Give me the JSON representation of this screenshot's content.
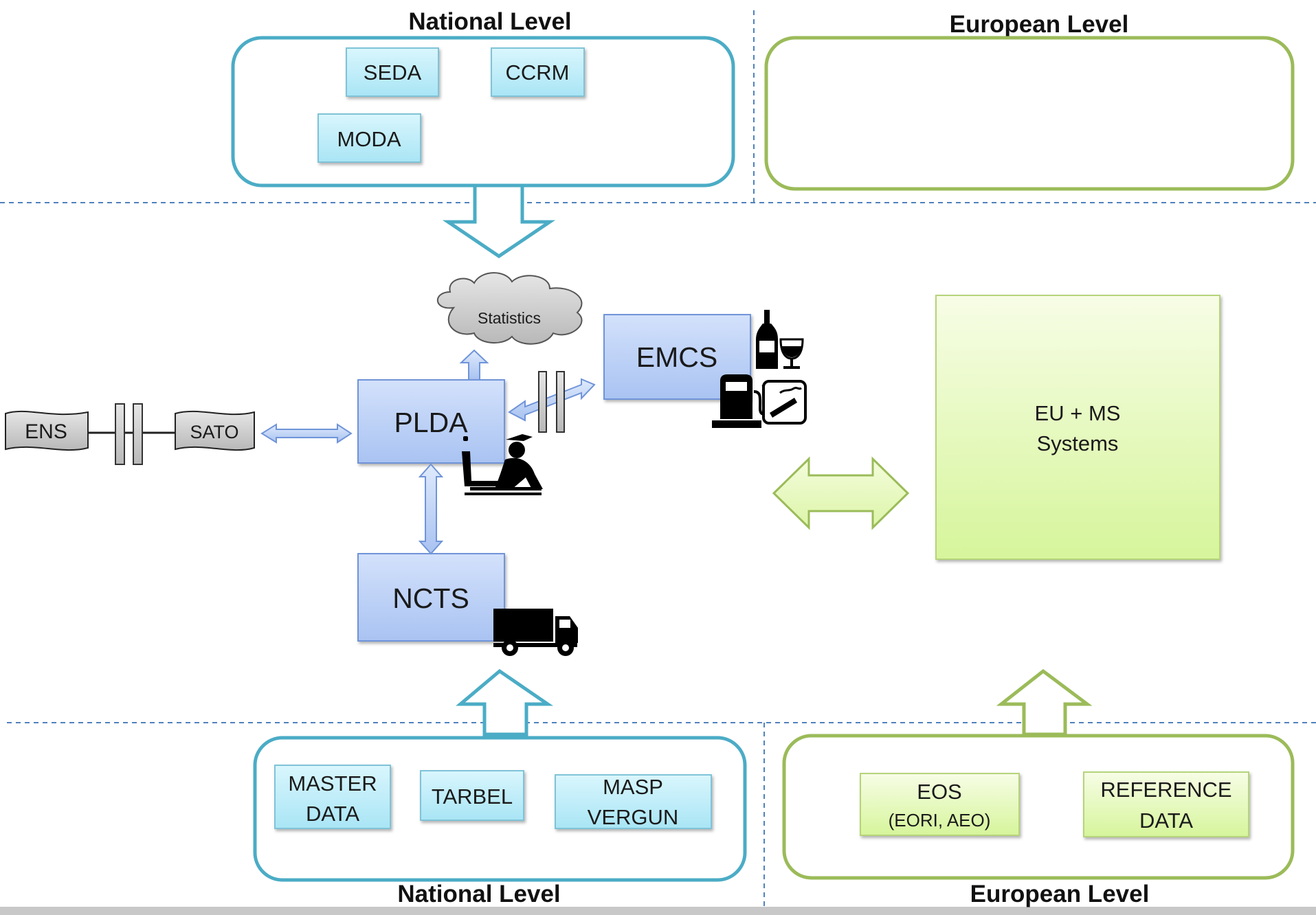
{
  "headings": {
    "top_national": "National Level",
    "top_european": "European  Level",
    "bottom_national": "National Level",
    "bottom_european": "European  Level"
  },
  "top_national_systems": [
    "SEDA",
    "CCRM",
    "MODA"
  ],
  "core_systems": {
    "plda": "PLDA",
    "emcs": "EMCS",
    "ncts": "NCTS",
    "statistics": "Statistics",
    "ens": "ENS",
    "sato": "SATO"
  },
  "eu_ms": {
    "line1": "EU + MS",
    "line2": "Systems"
  },
  "bottom_national_systems": {
    "master_data": {
      "line1": "MASTER",
      "line2": "DATA"
    },
    "tarbel": "TARBEL",
    "masp": {
      "line1": "MASP",
      "line2": "VERGUN"
    }
  },
  "bottom_european_systems": {
    "eos": {
      "line1": "EOS",
      "line2": "(EORI, AEO)"
    },
    "reference_data": {
      "line1": "REFERENCE",
      "line2": "DATA"
    }
  },
  "icons": [
    "customs-officer-icon",
    "truck-icon",
    "bottle-icon",
    "wine-glass-icon",
    "fuel-pump-icon",
    "cigarette-icon"
  ],
  "colors": {
    "national_border": "#4bacc6",
    "european_border": "#9bbb59",
    "system_box": "#b8cdf5",
    "small_box": "#bfeef9",
    "green_box": "#e9fac0",
    "divider": "#4f81bd"
  }
}
